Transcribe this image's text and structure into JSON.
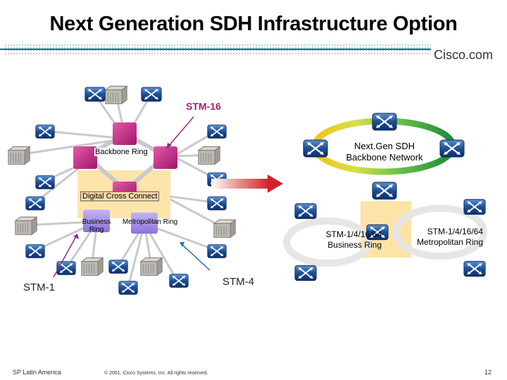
{
  "header": {
    "title": "Next Generation SDH Infrastructure Option",
    "brand": "Cisco.com"
  },
  "left_diagram": {
    "stm16": "STM-16",
    "backbone_ring": "Backbone Ring",
    "digital_cross_connect": "Digital Cross Connect",
    "business_ring": "Business Ring",
    "metropolitan_ring": "Metropolitan Ring",
    "stm1": "STM-1",
    "stm4": "STM-4"
  },
  "right_diagram": {
    "backbone_network": "Next.Gen SDH Backbone Network",
    "business_ring": "STM-1/4/16/64 Business Ring",
    "metro_ring": "STM-1/4/16/64 Metropolitan Ring"
  },
  "footer": {
    "left": "SP Latin America",
    "center": "© 2001, Cisco Systems, Inc. All rights reserved.",
    "page": "12"
  },
  "colors": {
    "accent": "#0b6e96",
    "magenta": "#c0267f",
    "ring_purple": "#a089e0",
    "arrow_red": "#d3222a",
    "square": "#fde3a7"
  },
  "icons": [
    "router-icon",
    "switch-box-icon",
    "cross-connect-icon"
  ]
}
